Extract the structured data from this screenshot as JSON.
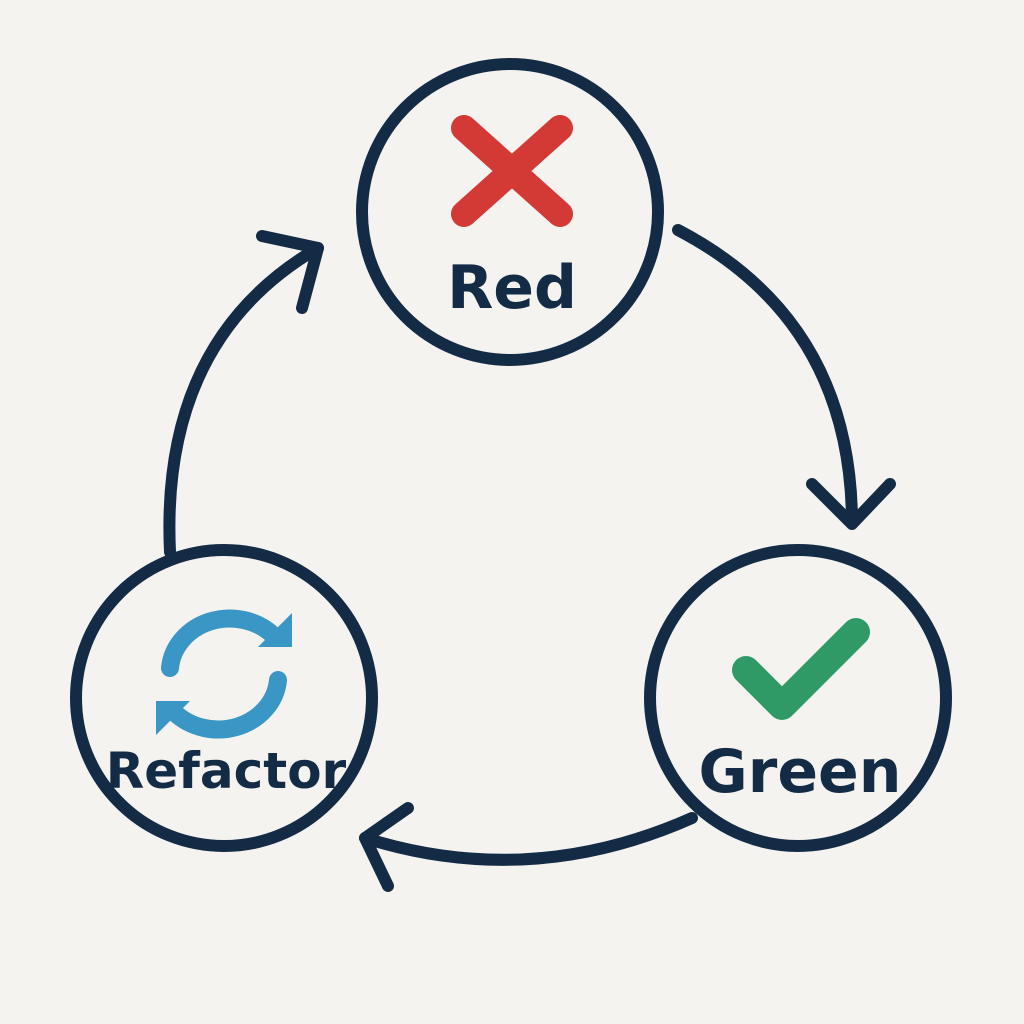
{
  "colors": {
    "background": "#f5f3ef",
    "outline": "#132b45",
    "red": "#d33a35",
    "green": "#2f9a66",
    "blue": "#3a96c4"
  },
  "nodes": {
    "red": {
      "label": "Red",
      "icon": "cross-icon"
    },
    "green": {
      "label": "Green",
      "icon": "check-icon"
    },
    "refactor": {
      "label": "Refactor",
      "icon": "refresh-icon"
    }
  }
}
